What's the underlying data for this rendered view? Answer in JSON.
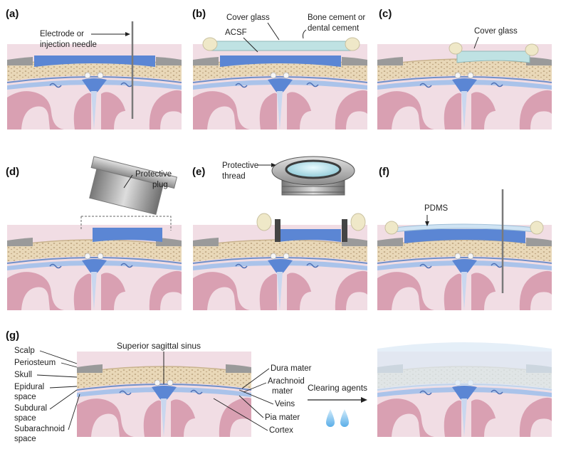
{
  "colors": {
    "brain": "#dba3b3",
    "brain_fold": "#c47e92",
    "bone": "#e9d8b8",
    "bone_speckle": "#b39a74",
    "csf": "#5b86d4",
    "csf_light": "#aac3ea",
    "scalp": "#9a9a9a",
    "cement": "#efe8c8",
    "glass": "#bfe2e3",
    "pdms": "#cfe3f3"
  },
  "panels": {
    "a": {
      "label": "(a)",
      "ann_needle": [
        "Electrode or",
        "injection needle"
      ]
    },
    "b": {
      "label": "(b)",
      "ann_cover": "Cover glass",
      "ann_acsf": "ACSF",
      "ann_cement": [
        "Bone cement or",
        "dental cement"
      ]
    },
    "c": {
      "label": "(c)",
      "ann_cover": "Cover glass"
    },
    "d": {
      "label": "(d)",
      "ann_plug": [
        "Protective",
        "plug"
      ]
    },
    "e": {
      "label": "(e)",
      "ann_thread": [
        "Protective",
        "thread"
      ]
    },
    "f": {
      "label": "(f)",
      "ann_pdms": "PDMS"
    },
    "g": {
      "label": "(g)",
      "left_labels": [
        "Scalp",
        "Periosteum",
        "Skull",
        "Epidural",
        "space",
        "Subdural",
        "space",
        "Subarachnoid",
        "space"
      ],
      "top_label": "Superior sagittal sinus",
      "right_labels": [
        "Dura mater",
        "Arachnoid",
        "mater",
        "Veins",
        "Pia mater",
        "Cortex"
      ],
      "clearing": "Clearing agents"
    }
  }
}
